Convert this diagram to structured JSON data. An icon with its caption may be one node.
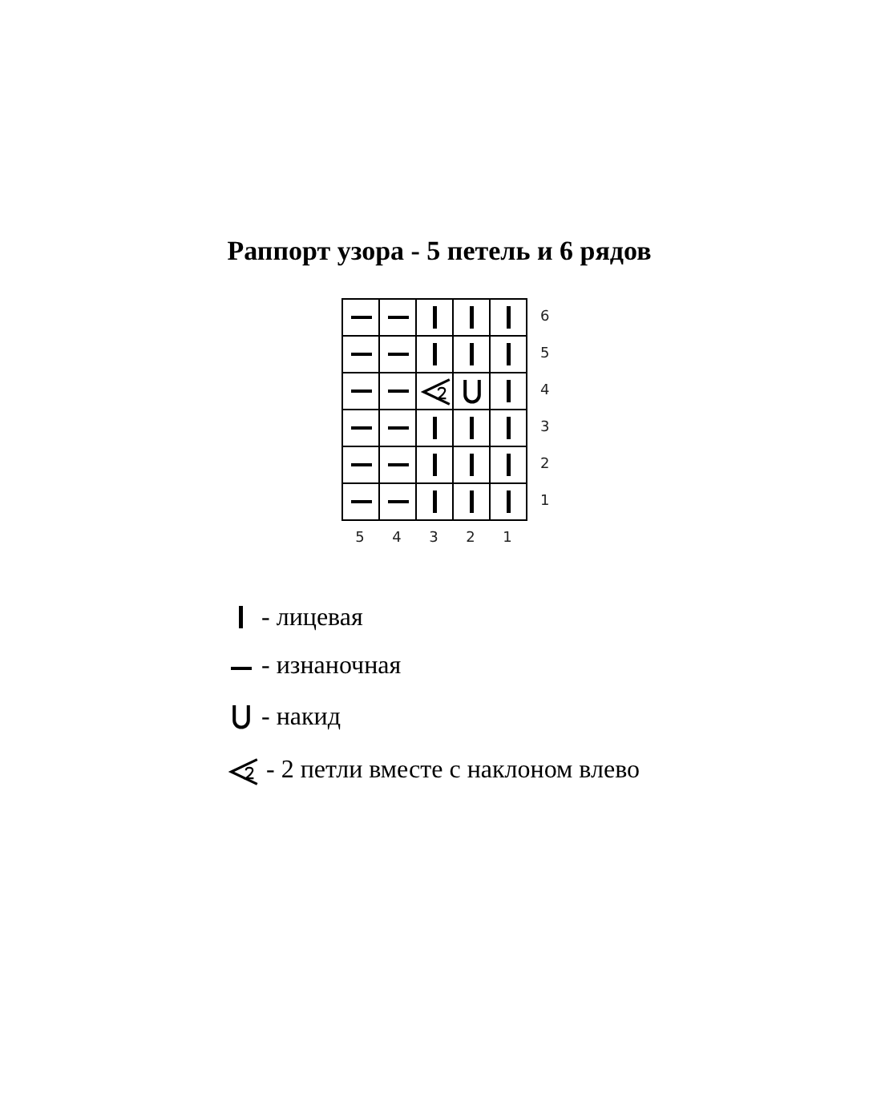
{
  "diagram": {
    "title": "Раппорт узора - 5 петель и 6 рядов",
    "labels": [
      "6",
      "5",
      "4",
      "3",
      "2",
      "1",
      "5",
      "4",
      "3",
      "2",
      "1"
    ],
    "legend": [
      {
        "text": "- лицевая"
      },
      {
        "text": "- изнаночная"
      },
      {
        "text": "- накид"
      },
      {
        "text": "- 2 петли вместе с наклоном влево"
      }
    ]
  }
}
